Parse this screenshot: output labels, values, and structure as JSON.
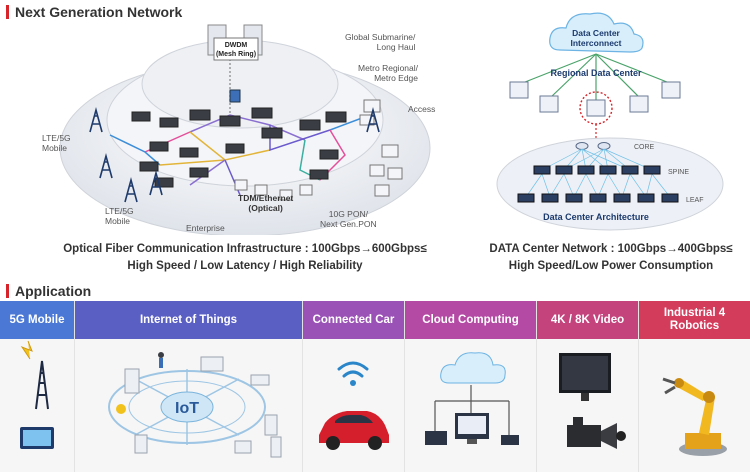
{
  "sections": {
    "network_title": "Next Generation Network",
    "application_title": "Application"
  },
  "network": {
    "labels": {
      "dwdm": "DWDM",
      "mesh_ring": "(Mesh Ring)",
      "global": "Global Submarine/",
      "long_haul": "Long Haul",
      "metro_regional": "Metro Regional/",
      "metro_edge": "Metro Edge",
      "access": "Access",
      "lte_top_1": "LTE/5G",
      "lte_top_2": "Mobile",
      "lte_bottom_1": "LTE/5G",
      "lte_bottom_2": "Mobile",
      "tdm_1": "TDM/Ethernet",
      "tdm_2": "(Optical)",
      "enterprise": "Enterprise",
      "pon_1": "10G PON/",
      "pon_2": "Next Gen.PON"
    },
    "caption_line1": "Optical Fiber Communication Infrastructure : 100Gbps→600Gbps≤",
    "caption_line2": "High Speed / Low Latency / High Reliability"
  },
  "datacenter": {
    "labels": {
      "cloud_1": "Data Center",
      "cloud_2": "Interconnect",
      "regional": "Regional Data Center",
      "core": "CORE",
      "spine": "SPINE",
      "leaf": "LEAF",
      "architecture": "Data Center Architecture"
    },
    "caption_line1": "DATA Center Network : 100Gbps→400Gbps≤",
    "caption_line2": "High Speed/Low Power Consumption"
  },
  "applications": [
    {
      "label": "5G Mobile",
      "color": "#4a78d4",
      "icon": "cell-tower-and-tablet-icon"
    },
    {
      "label": "Internet of Things",
      "color": "#5a5fc4",
      "icon": "iot-devices-icon",
      "center_text": "IoT"
    },
    {
      "label": "Connected Car",
      "color": "#9a52b6",
      "icon": "wifi-car-icon"
    },
    {
      "label": "Cloud Computing",
      "color": "#b44aa4",
      "icon": "cloud-network-icon"
    },
    {
      "label": "4K / 8K Video",
      "color": "#c4437c",
      "icon": "tv-camera-icon"
    },
    {
      "label": "Industrial 4\nRobotics",
      "label_line1": "Industrial 4",
      "label_line2": "Robotics",
      "color": "#d43c5c",
      "icon": "robot-arm-icon"
    }
  ]
}
